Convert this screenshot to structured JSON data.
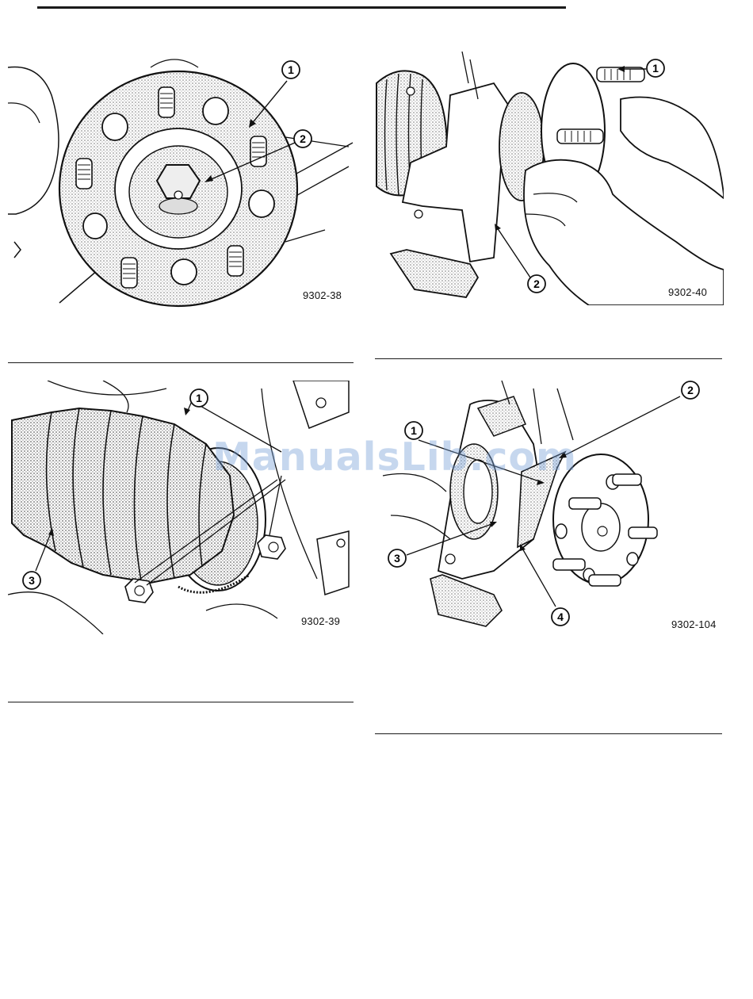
{
  "figures": [
    {
      "code": "9302-38",
      "callouts": [
        "1",
        "2"
      ]
    },
    {
      "code": "9302-40",
      "callouts": [
        "1",
        "2"
      ]
    },
    {
      "code": "9302-39",
      "callouts": [
        "1",
        "3"
      ]
    },
    {
      "code": "9302-104",
      "callouts": [
        "1",
        "2",
        "3",
        "4"
      ]
    }
  ],
  "watermark": "ManualsLib.com",
  "colors": {
    "ink": "#111111",
    "stipple": "#c8c8c8",
    "paper": "#ffffff",
    "watermark": "#7aa0d7"
  }
}
